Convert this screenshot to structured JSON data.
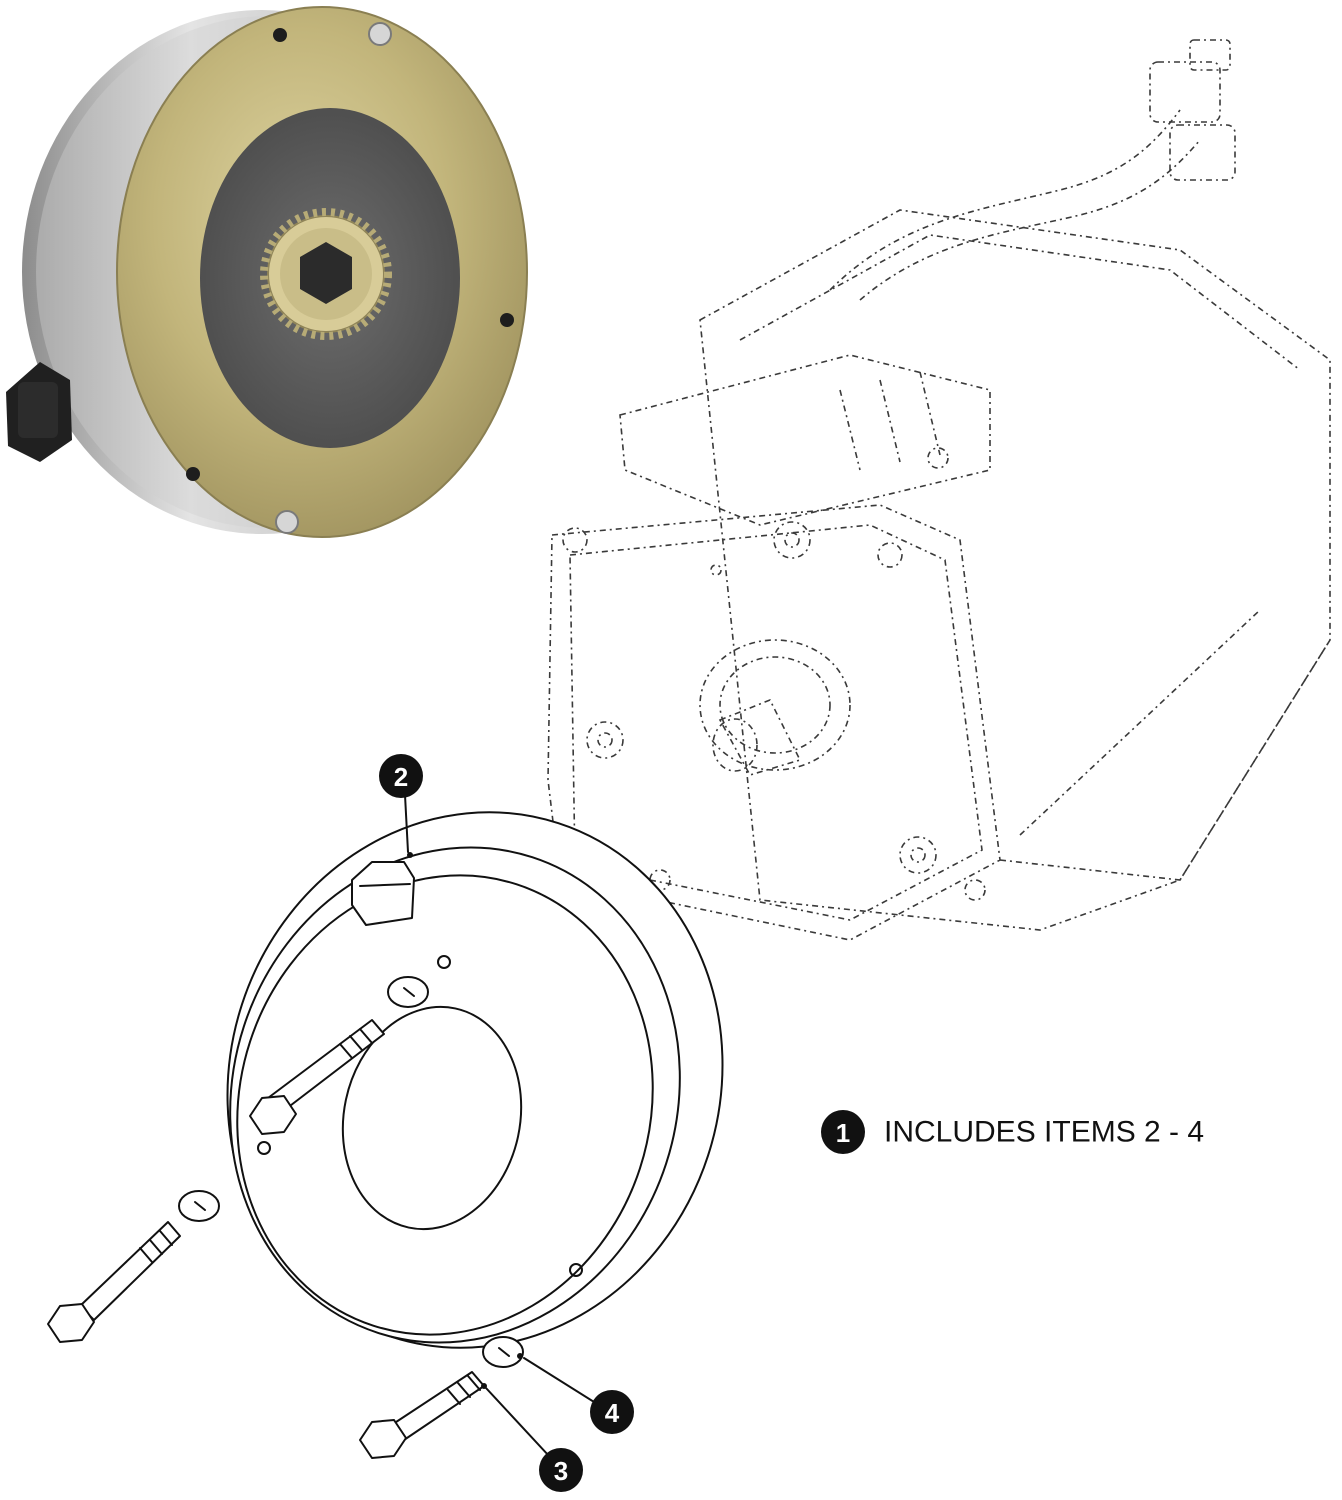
{
  "legend": {
    "marker": "1",
    "text": "INCLUDES ITEMS 2 - 4"
  },
  "callouts": [
    {
      "number": "2",
      "part": "brake-assembly"
    },
    {
      "number": "3",
      "part": "bolt"
    },
    {
      "number": "4",
      "part": "lock-washer"
    }
  ],
  "colors": {
    "callout_fill": "#111111",
    "callout_text": "#ffffff",
    "line_art": "#111111",
    "ghost_motor": "#3a3a3a",
    "brake_plate": "#c4b77e",
    "friction_disc": "#5d5d5d",
    "housing": "#c8c8c8"
  }
}
